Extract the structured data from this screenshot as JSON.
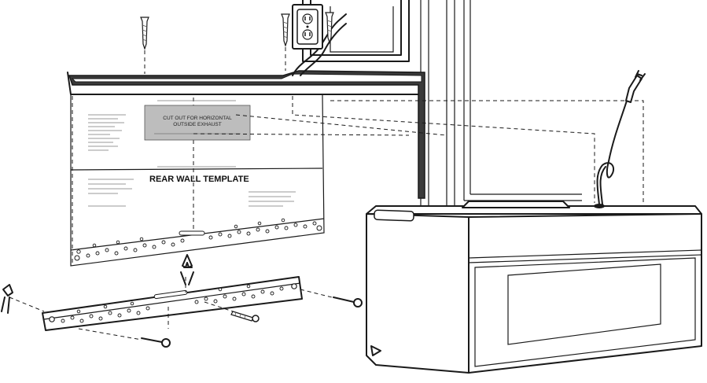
{
  "template": {
    "title": "REAR WALL TEMPLATE",
    "cutout_line1": "CUT OUT FOR HORIZONTAL",
    "cutout_line2": "OUTSIDE EXHAUST"
  },
  "colors": {
    "line": "#1a1a1a",
    "cutout_fill": "#bdbdbd",
    "cabinet_band": "#3a3a3a"
  },
  "icons": [
    "wall-screw-icon",
    "power-outlet-icon",
    "clip-icon",
    "bolt-icon",
    "power-plug-icon"
  ]
}
